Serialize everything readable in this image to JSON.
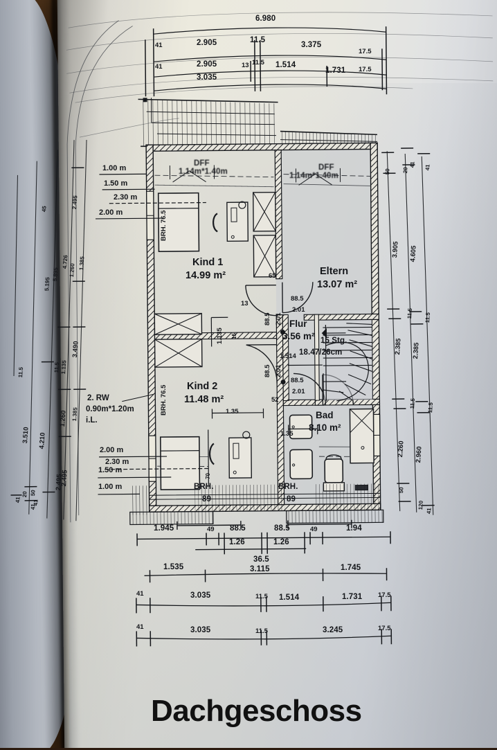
{
  "document": {
    "type": "architectural-floor-plan",
    "title": "Dachgeschoss",
    "language": "de",
    "medium": "photograph of printed plan in a book"
  },
  "rooms": [
    {
      "name": "Kind 1",
      "area": "14.99 m²"
    },
    {
      "name": "Eltern",
      "area": "13.07 m²"
    },
    {
      "name": "Flur",
      "area": "3.56 m²"
    },
    {
      "name": "Kind 2",
      "area": "11.48 m²"
    },
    {
      "name": "Bad",
      "area": "8.10 m²"
    }
  ],
  "stairs": {
    "count": "15 Stg.",
    "riser_tread": "18.47/26cm"
  },
  "skylights": [
    {
      "label": "DFF",
      "size": "1.14m*1.40m"
    },
    {
      "label": "DFF",
      "size": "1.14m*1.40m"
    }
  ],
  "notes": {
    "rescue_window_line1": "2. RW",
    "rescue_window_line2": "0.90m*1.20m",
    "rescue_window_line3": "i.L."
  },
  "brh_labels": [
    "BRH. 76.5",
    "BRH. 76.5",
    "BRH.",
    "89",
    "BRH.",
    "89"
  ],
  "height_markers_upper": [
    "1.00 m",
    "1.50 m",
    "2.30 m",
    "2.00 m"
  ],
  "height_markers_lower": [
    "2.00 m",
    "2.30 m",
    "1.50 m",
    "1.00 m"
  ],
  "dimensions": {
    "top_row_1": [
      "6.980"
    ],
    "top_row_2": [
      "41",
      "2.905",
      "11.5",
      "3.375",
      "17.5"
    ],
    "top_row_3": [
      "41",
      "2.905",
      "13",
      "11.5",
      "1.514",
      "1.731",
      "17.5"
    ],
    "top_row_4": [
      "3.035"
    ],
    "left_chain_outer": [
      "41",
      "20",
      "50",
      "3.510",
      "11.5"
    ],
    "left_chain_2": [
      "41",
      "4.210",
      "11.5",
      "5.195"
    ],
    "left_chain_3": [
      "2.495",
      "1.135",
      "5.895",
      "45"
    ],
    "left_chain_4": [
      "1.260",
      "3.490",
      "4.726",
      "2.495"
    ],
    "left_chain_5": [
      "1.385",
      "1.260",
      "1.385",
      "2.495",
      "41"
    ],
    "right_chain_1": [
      "50",
      "3.905",
      "2.385",
      "2.260",
      "50"
    ],
    "right_chain_2": [
      "20",
      "41",
      "11.5",
      "11.5",
      "120"
    ],
    "right_chain_3": [
      "4.605",
      "2.385",
      "2.960",
      "41"
    ],
    "right_chain_4": [
      "41",
      "11.5",
      "11.5",
      "41",
      "20"
    ],
    "bottom_row_1": [
      "1.945",
      "49",
      "88.5",
      "88.5",
      "49",
      "1.94"
    ],
    "bottom_row_1b": [
      "1.26",
      "1.26"
    ],
    "bottom_row_2a": [
      "36.5"
    ],
    "bottom_row_2": [
      "1.535",
      "3.115",
      "1.745"
    ],
    "bottom_row_3": [
      "41",
      "3.035",
      "11.5",
      "1.514",
      "1.731",
      "17.5"
    ],
    "bottom_row_4": [
      "41",
      "3.035",
      "11.5",
      "3.245",
      "17.5"
    ],
    "interior": [
      "65",
      "13",
      "88.5",
      "2.01",
      "88.5",
      "2.01",
      "88.5",
      "2.01",
      "88.5",
      "2.01",
      "1.514",
      "1.35",
      "1.35",
      "1.135",
      "52",
      "15",
      "70",
      "1.35"
    ]
  }
}
